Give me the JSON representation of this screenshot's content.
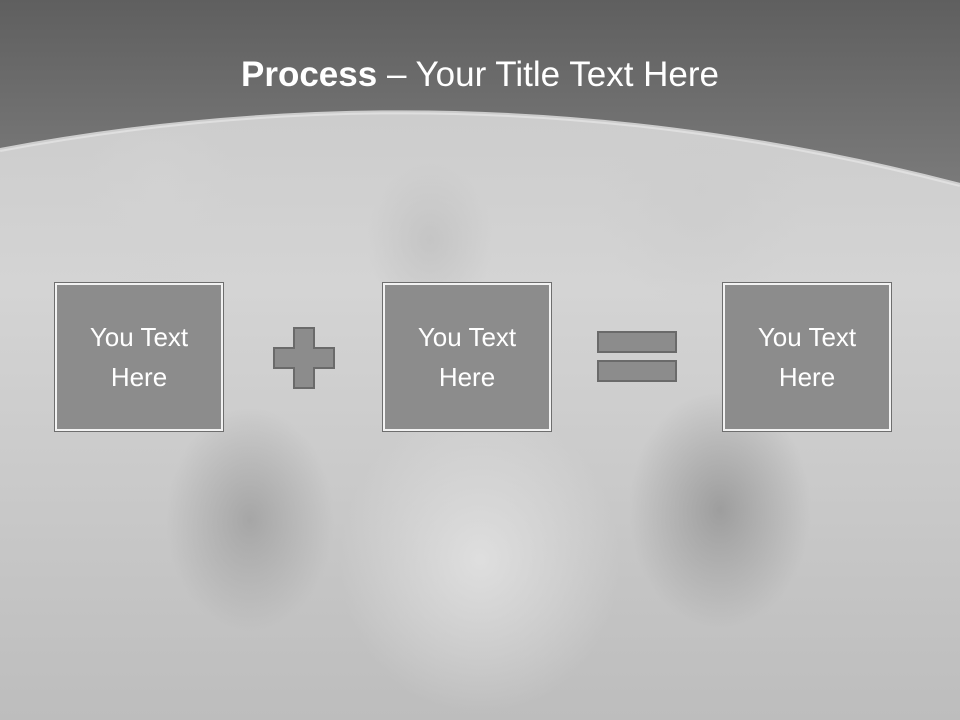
{
  "slide": {
    "title_bold": "Process",
    "title_rest": " – Your Title Text Here"
  },
  "boxes": [
    {
      "text": "You Text Here"
    },
    {
      "text": "You Text Here"
    },
    {
      "text": "You Text Here"
    }
  ],
  "operators": [
    "plus-icon",
    "equals-icon"
  ],
  "colors": {
    "header": "#6a6a6a",
    "box_fill": "#8c8c8c",
    "box_border": "#f2f2f2",
    "operator_fill": "#8c8c8c",
    "title_text": "#ffffff"
  }
}
